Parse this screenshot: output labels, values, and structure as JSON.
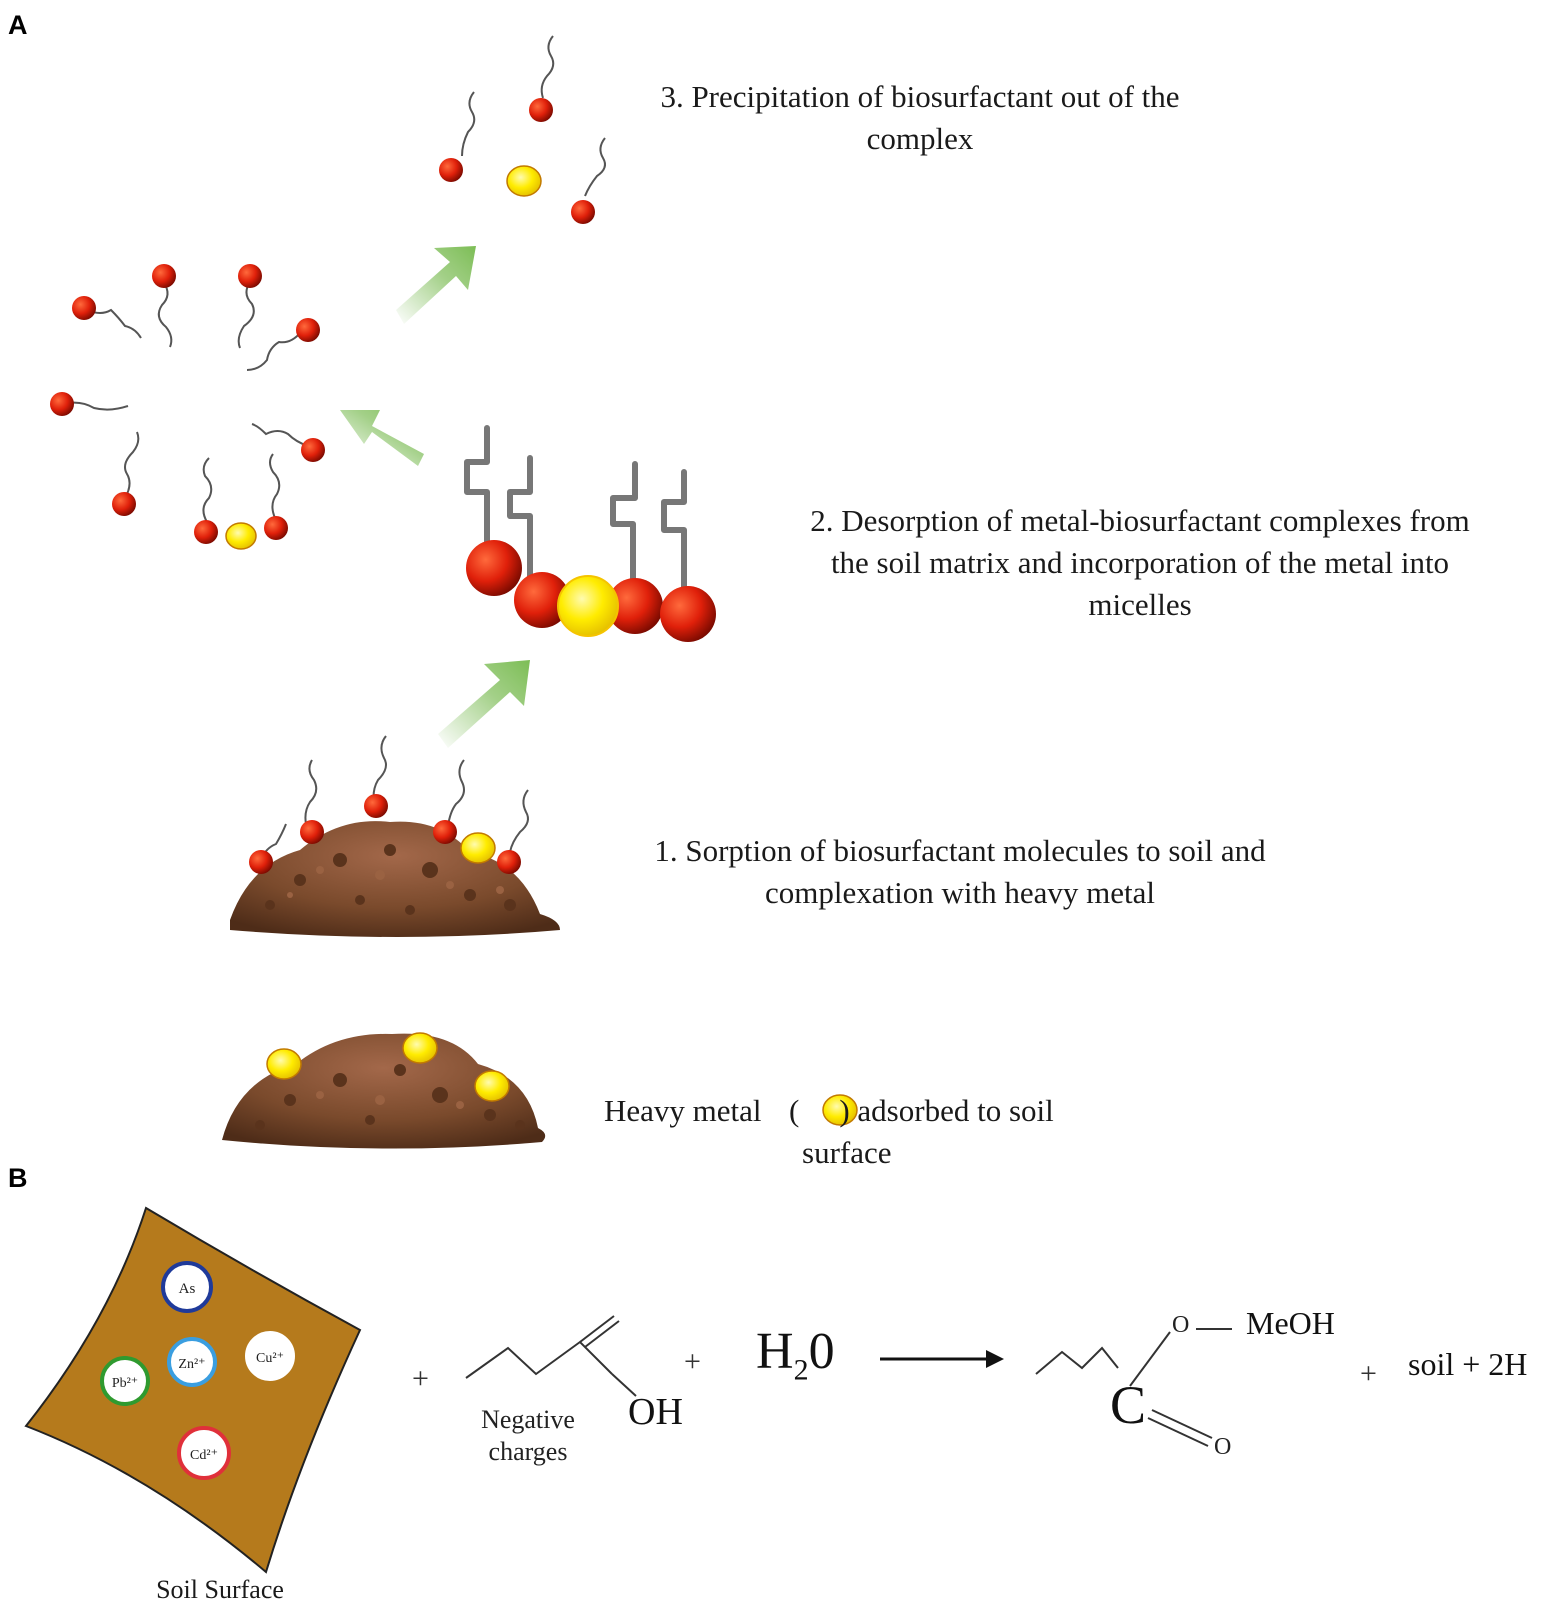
{
  "panel_a": {
    "label": "A",
    "step3": {
      "line1": "3. Precipitation of biosurfactant out of the",
      "line2": "complex"
    },
    "step2": {
      "line1": "2. Desorption of metal-biosurfactant complexes from",
      "line2": "the soil matrix and incorporation of the metal into",
      "line3": "micelles"
    },
    "step1": {
      "line1": "1. Sorption of biosurfactant molecules to soil and",
      "line2": "complexation with heavy metal"
    },
    "step0": {
      "before": "Heavy metal",
      "open_paren": "(",
      "close_paren": ")",
      "after": "adsorbed to soil",
      "line2": "surface"
    }
  },
  "panel_b": {
    "label": "B",
    "soil_surface_label": "Soil Surface",
    "ions": [
      "As",
      "Zn²⁺",
      "Cu²⁺",
      "Pb²⁺",
      "Cd²⁺"
    ],
    "plus": "+",
    "oh": "OH",
    "negative_line1": "Negative",
    "negative_line2": "charges",
    "water": "H",
    "water_sub": "2",
    "water_end": "0",
    "product_o_top": "O",
    "product_dash": "—",
    "product_meoh": "MeOH",
    "product_c": "C",
    "product_o_bottom": "O",
    "tail": "soil + 2H"
  },
  "colors": {
    "surfactant_head": "#e0200a",
    "metal": "#ffe600",
    "arrow_green": "#8cc46a",
    "soil_brown": "#7a4a2c",
    "soil_plate": "#b57a1c"
  }
}
